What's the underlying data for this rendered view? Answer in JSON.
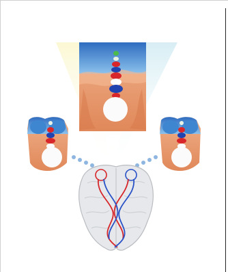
{
  "figure": {
    "colors": {
      "background": "#ffffff",
      "frame_border": "#cfcfcf",
      "cone_yellow": "#f6f1b0",
      "cone_blue": "#c9e7ef",
      "cone_green": "#d7ecc0",
      "panel_blue": "#3a7fc8",
      "panel_blue_light": "#7fb6e6",
      "panel_orange": "#e8a071",
      "panel_orange_dark": "#d9804f",
      "stack_red": "#d8262a",
      "stack_blue": "#2143b0",
      "stack_green": "#4dbb4a",
      "ellipse_white": "#fbfbfb",
      "brain_gray": "#cfd2d6",
      "brain_outline": "#b9bcc1",
      "pathway_red": "#d7262a",
      "pathway_blue": "#2952c7",
      "dot_blue": "#8fb6e0",
      "right_rule": "#222222"
    },
    "panels": [
      "top-center-panel",
      "left-panel",
      "right-panel"
    ],
    "icons": [
      "brain-icon",
      "dotted-connector-icon"
    ]
  }
}
